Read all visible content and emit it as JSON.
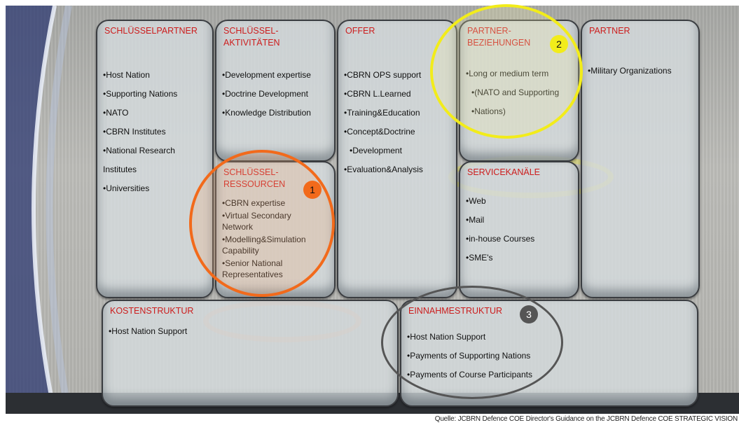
{
  "panels": {
    "key_partners": {
      "title": "SCHLÜSSELPARTNER",
      "items": [
        "Host Nation",
        "Supporting Nations",
        "NATO",
        "CBRN Institutes",
        "National Research",
        "Institutes",
        "Universities"
      ]
    },
    "key_activities": {
      "title": "SCHLÜSSEL-\nAKTIVITÄTEN",
      "items": [
        "Development expertise",
        "Doctrine Development",
        "Knowledge Distribution"
      ]
    },
    "key_resources": {
      "title": "SCHLÜSSEL-\nRESSOURCEN",
      "items": [
        "CBRN expertise",
        "Virtual Secondary\nNetwork",
        "Modelling&Simulation\nCapability",
        "Senior National\nRepresentatives"
      ]
    },
    "offer": {
      "title": "OFFER",
      "items": [
        "CBRN OPS support",
        "CBRN L.Learned",
        "Training&Education",
        "Concept&Doctrine",
        "Development",
        "Evaluation&Analysis"
      ]
    },
    "relationships": {
      "title": "PARTNER-\nBEZIEHUNGEN",
      "items": [
        "Long or medium term",
        "(NATO and Supporting",
        "Nations)"
      ]
    },
    "channels": {
      "title": "SERVICEKANÄLE",
      "items": [
        "Web",
        "Mail",
        "in-house Courses",
        "SME's"
      ]
    },
    "partner": {
      "title": "PARTNER",
      "items": [
        "Military Organizations"
      ]
    },
    "cost_structure": {
      "title": "KOSTENSTRUKTUR",
      "items": [
        "Host Nation Support"
      ]
    },
    "revenue_streams": {
      "title": "EINNAHMESTRUKTUR",
      "items": [
        "Host Nation Support",
        "Payments of Supporting Nations",
        "Payments of Course Participants"
      ]
    }
  },
  "markers": {
    "one": "1",
    "two": "2",
    "three": "3"
  },
  "colors": {
    "title_red": "#cc1d1d",
    "marker_orange": "#f26a1b",
    "marker_yellow": "#f2ec1a",
    "marker_gray": "#4a4a4a"
  },
  "source": "Quelle: JCBRN Defence COE Director's Guidance on the JCBRN Defence COE STRATEGIC VISION"
}
